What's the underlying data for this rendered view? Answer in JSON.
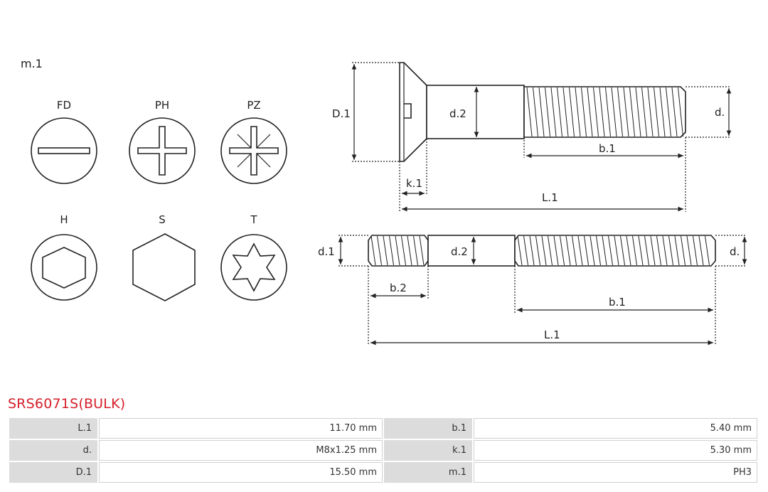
{
  "drive_label": "m.1",
  "drive_types": [
    {
      "code": "FD",
      "icon": "flat-slot-drive-icon"
    },
    {
      "code": "PH",
      "icon": "phillips-drive-icon"
    },
    {
      "code": "PZ",
      "icon": "pozidriv-drive-icon"
    },
    {
      "code": "H",
      "icon": "hex-socket-drive-icon"
    },
    {
      "code": "S",
      "icon": "external-hex-head-icon"
    },
    {
      "code": "T",
      "icon": "torx-drive-icon"
    }
  ],
  "screw_dimension_labels": {
    "head_diameter": "D.1",
    "shank_diameter": "d.2",
    "thread_diameter": "d.",
    "thread_length": "b.1",
    "head_height": "k.1",
    "total_length": "L.1"
  },
  "stud_dimension_labels": {
    "thread_diameter_1": "d.1",
    "shank_diameter": "d.2",
    "thread_diameter": "d.",
    "short_thread_length": "b.2",
    "long_thread_length": "b.1",
    "total_length": "L.1"
  },
  "product": {
    "title": "SRS6071S(BULK)",
    "specs": [
      [
        {
          "key": "L.1",
          "value": "11.70 mm"
        },
        {
          "key": "b.1",
          "value": "5.40 mm"
        }
      ],
      [
        {
          "key": "d.",
          "value": "M8x1.25 mm"
        },
        {
          "key": "k.1",
          "value": "5.30 mm"
        }
      ],
      [
        {
          "key": "D.1",
          "value": "15.50 mm"
        },
        {
          "key": "m.1",
          "value": "PH3"
        }
      ]
    ]
  }
}
